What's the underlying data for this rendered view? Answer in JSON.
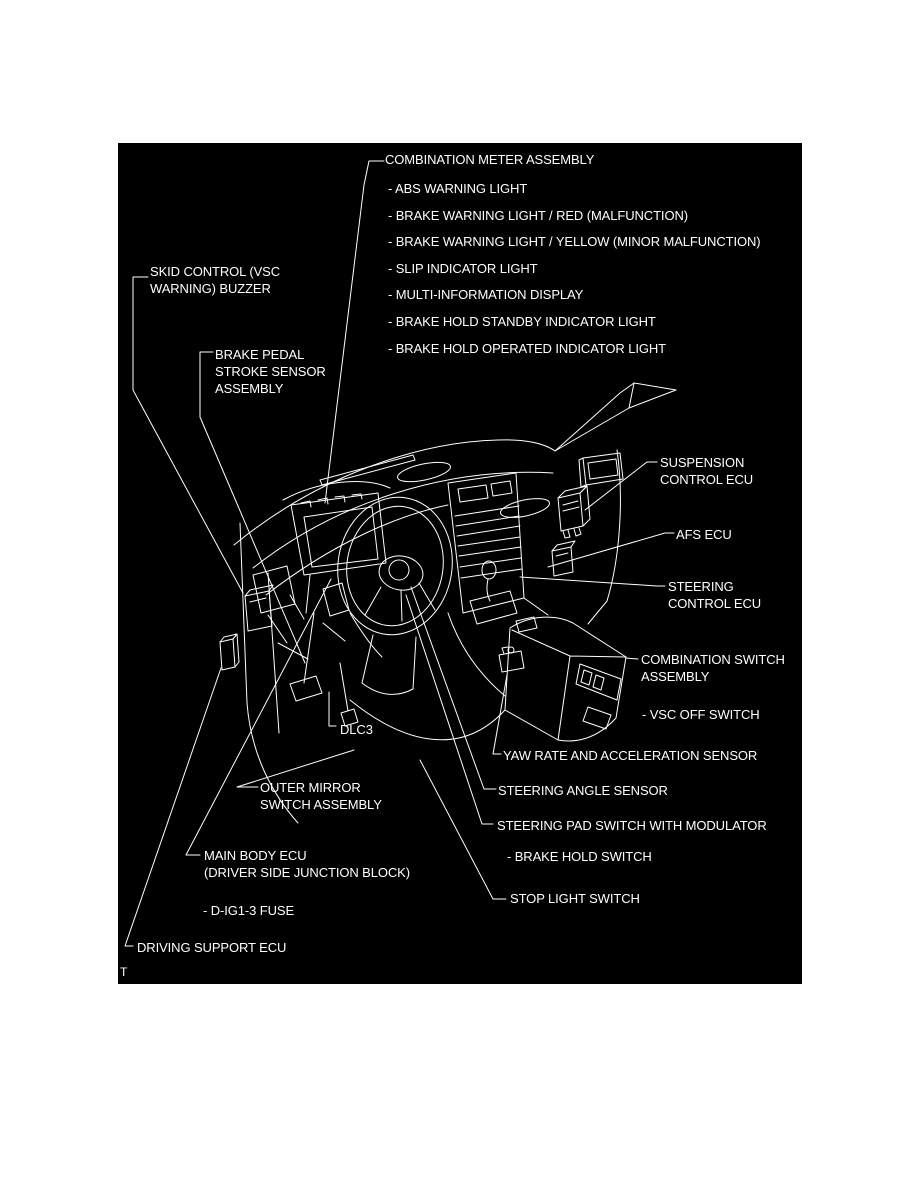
{
  "page": {
    "background_color": "#ffffff",
    "diagram_background_color": "#000000",
    "line_color": "#ffffff",
    "corner_mark": "T"
  },
  "labels": {
    "combination_meter_assembly": "COMBINATION METER ASSEMBLY",
    "meter_items": [
      "- ABS WARNING LIGHT",
      "- BRAKE WARNING LIGHT / RED (MALFUNCTION)",
      "- BRAKE WARNING LIGHT / YELLOW (MINOR MALFUNCTION)",
      "- SLIP INDICATOR LIGHT",
      "- MULTI-INFORMATION DISPLAY",
      "- BRAKE HOLD STANDBY INDICATOR LIGHT",
      "- BRAKE HOLD OPERATED INDICATOR LIGHT"
    ],
    "skid_control_buzzer": "SKID CONTROL (VSC\nWARNING) BUZZER",
    "brake_pedal_stroke_sensor": "BRAKE PEDAL\nSTROKE SENSOR\nASSEMBLY",
    "suspension_control_ecu": "SUSPENSION\nCONTROL ECU",
    "afs_ecu": "AFS ECU",
    "steering_control_ecu": "STEERING\nCONTROL ECU",
    "combination_switch_assembly": "COMBINATION SWITCH\nASSEMBLY",
    "vsc_off_switch": "- VSC OFF SWITCH",
    "yaw_rate_acceleration_sensor": "YAW RATE AND ACCELERATION SENSOR",
    "steering_angle_sensor": "STEERING ANGLE SENSOR",
    "steering_pad_switch": "STEERING PAD SWITCH WITH MODULATOR",
    "brake_hold_switch": "- BRAKE HOLD SWITCH",
    "stop_light_switch": "STOP LIGHT SWITCH",
    "dlc3": "DLC3",
    "outer_mirror_switch_assembly": "OUTER MIRROR\nSWITCH ASSEMBLY",
    "main_body_ecu": "MAIN BODY ECU\n(DRIVER SIDE JUNCTION BLOCK)",
    "d_ig1_3_fuse": "- D-IG1-3 FUSE",
    "driving_support_ecu": "DRIVING SUPPORT ECU"
  }
}
